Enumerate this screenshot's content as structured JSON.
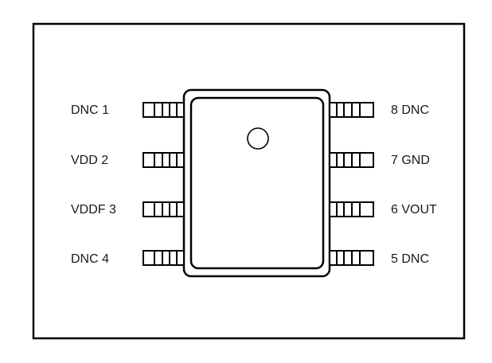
{
  "pins_left": [
    {
      "number": "1",
      "name": "DNC",
      "label": "DNC 1"
    },
    {
      "number": "2",
      "name": "VDD",
      "label": "VDD 2"
    },
    {
      "number": "3",
      "name": "VDDF",
      "label": "VDDF 3"
    },
    {
      "number": "4",
      "name": "DNC",
      "label": "DNC 4"
    }
  ],
  "pins_right": [
    {
      "number": "8",
      "name": "DNC",
      "label": "8 DNC"
    },
    {
      "number": "7",
      "name": "GND",
      "label": "7 GND"
    },
    {
      "number": "6",
      "name": "VOUT",
      "label": "6 VOUT"
    },
    {
      "number": "5",
      "name": "DNC",
      "label": "5 DNC"
    }
  ],
  "colors": {
    "line": "#000000",
    "background": "#ffffff"
  }
}
